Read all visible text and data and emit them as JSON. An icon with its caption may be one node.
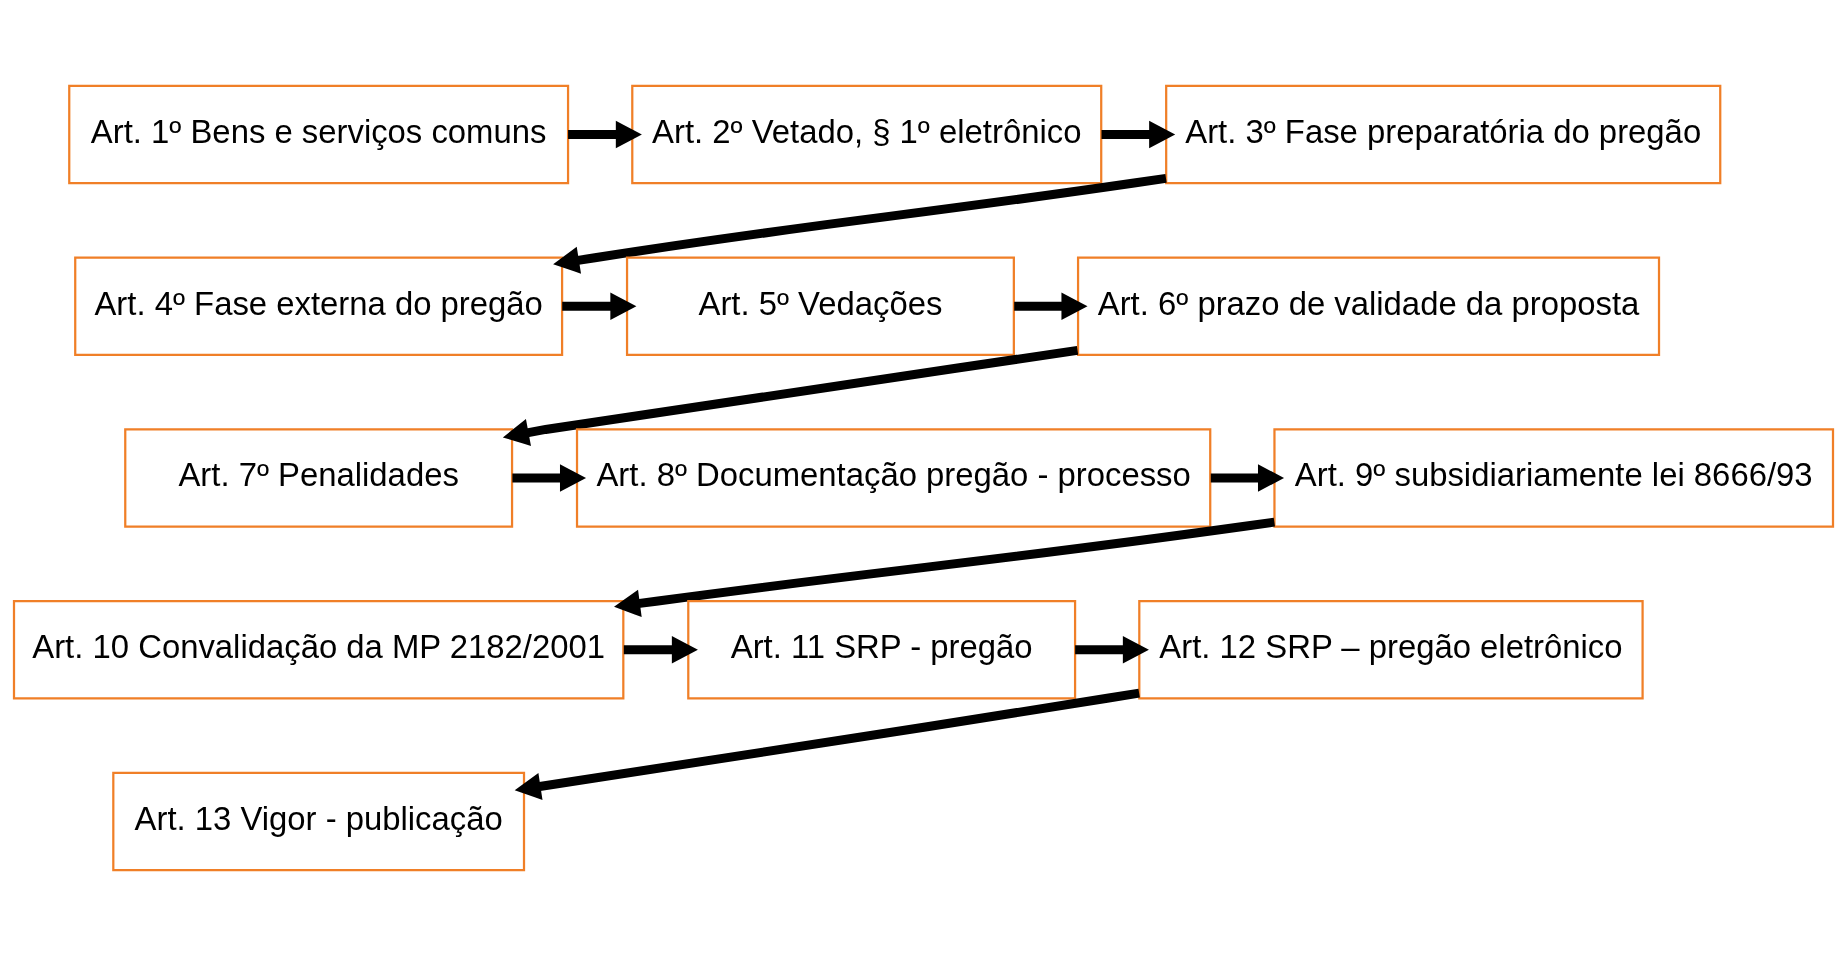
{
  "diagram": {
    "nodes": [
      {
        "text": [
          "Art. 1º Bens e serviços comuns"
        ]
      },
      {
        "text": [
          "Art. 2º Vetado, § 1º eletrônico"
        ]
      },
      {
        "text": [
          "Art. 3º Fase preparatória do pregão"
        ]
      },
      {
        "text": [
          "Art. 4º Fase externa do pregão"
        ]
      },
      {
        "text": [
          "Art. 5º Vedações"
        ]
      },
      {
        "text": [
          "Art. 6º prazo de validade da proposta"
        ]
      },
      {
        "text": [
          "Art. 7º Penalidades"
        ]
      },
      {
        "text": [
          "Art. 8º Documentação pregão - processo"
        ]
      },
      {
        "text": [
          "Art. 9º subsidiariamente lei 8666/93"
        ]
      },
      {
        "text": [
          "Art. 10 Convalidação da MP 2182/2001"
        ]
      },
      {
        "text": [
          "Art. 11 SRP - pregão"
        ]
      },
      {
        "text": [
          "Art. 12 SRP – pregão eletrônico"
        ]
      },
      {
        "text": [
          "Art. 13 Vigor - publicação"
        ]
      }
    ],
    "edges": [
      {
        "from": 0,
        "to": 1,
        "arrow": "to"
      },
      {
        "from": 1,
        "to": 2,
        "arrow": "to"
      },
      {
        "from": 2,
        "to": 3,
        "arrow": "to"
      },
      {
        "from": 3,
        "to": 4,
        "arrow": "to"
      },
      {
        "from": 4,
        "to": 5,
        "arrow": "to"
      },
      {
        "from": 5,
        "to": 6,
        "arrow": "to"
      },
      {
        "from": 6,
        "to": 7,
        "arrow": "to"
      },
      {
        "from": 7,
        "to": 8,
        "arrow": "to"
      },
      {
        "from": 8,
        "to": 9,
        "arrow": "to"
      },
      {
        "from": 9,
        "to": 10,
        "arrow": "to"
      },
      {
        "from": 10,
        "to": 11,
        "arrow": "to"
      },
      {
        "from": 11,
        "to": 12,
        "arrow": "to"
      }
    ]
  }
}
